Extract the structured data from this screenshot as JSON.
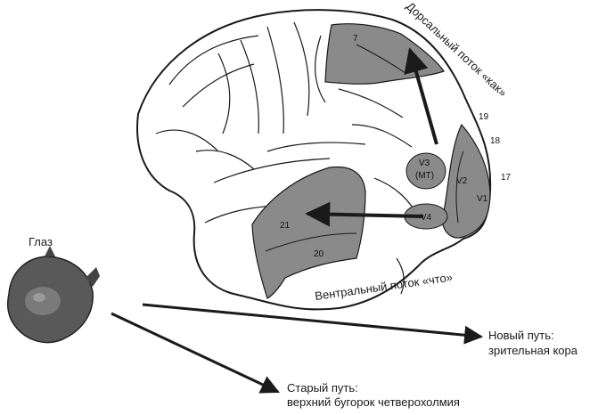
{
  "labels": {
    "eye": "Глаз",
    "dorsal_stream": "Дорсальный поток «как»",
    "ventral_stream": "Вентральный поток «что»",
    "new_path_line1": "Новый путь:",
    "new_path_line2": "зрительная кора",
    "old_path_line1": "Старый путь:",
    "old_path_line2": "верхний бугорок четверохолмия"
  },
  "areas": {
    "a7": "7",
    "a21": "21",
    "a20": "20",
    "v3": "V3",
    "mt": "(MT)",
    "v2": "V2",
    "v1": "V1",
    "v4": "V4"
  },
  "area_numbers": {
    "n19": "19",
    "n18": "18",
    "n17": "17"
  },
  "colors": {
    "shaded_area": "#8a8a8a",
    "outline": "#1a1a1a",
    "background": "#ffffff"
  }
}
